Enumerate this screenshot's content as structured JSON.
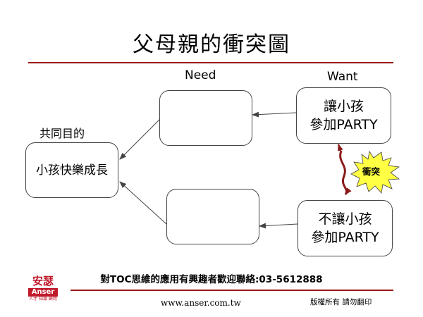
{
  "title": "父母親的衝突圖",
  "columns": {
    "need": "Need",
    "want": "Want"
  },
  "common_goal": {
    "label": "共同目的",
    "text": "小孩快樂成長"
  },
  "need_boxes": {
    "top": "",
    "bottom": ""
  },
  "want_boxes": {
    "top": {
      "line1": "讓小孩",
      "line2": "參加PARTY"
    },
    "bottom": {
      "line1": "不讓小孩",
      "line2": "參加PARTY"
    }
  },
  "conflict_label": "衝突",
  "footer": {
    "contact": "對TOC思維的應用有興趣者歡迎聯絡:03-5612888",
    "website": "www.anser.com.tw",
    "copyright": "版權所有  請勿翻印"
  },
  "logo": {
    "chinese": "安瑟",
    "english": "Anser",
    "tagline": "人才 知識 顧問"
  },
  "colors": {
    "accent_rule": "#9b1b1b",
    "conflict_arrow": "#8b1a1a",
    "burst": "#ffff44",
    "logo_red": "#c0192a"
  }
}
